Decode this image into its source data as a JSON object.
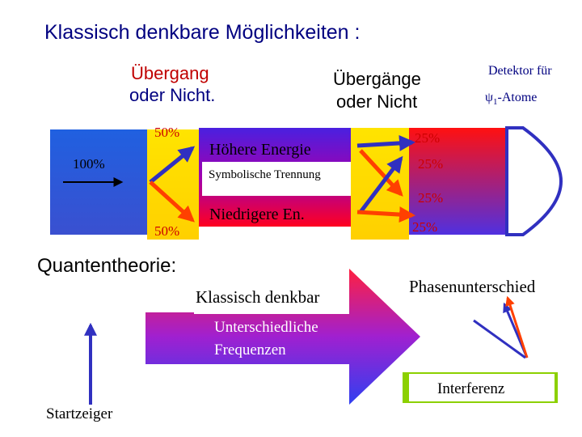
{
  "title": "Klassisch denkbare Möglichkeiten :",
  "label_uebergang_line1": "Übergang",
  "label_uebergang_line2": "oder Nicht.",
  "label_uebergaenge_line1": "Übergänge",
  "label_uebergaenge_line2": "oder Nicht",
  "label_detektor_line1": "Detektor für",
  "label_detektor_psi": "ψ",
  "label_detektor_sub": "1",
  "label_detektor_rest": "-Atome",
  "label_100": "100%",
  "label_50_top": "50%",
  "label_50_bottom": "50%",
  "label_hoehere": "Höhere Energie",
  "label_symbolische": "Symbolische Trennung",
  "label_niedrigere": "Niedrigere  En.",
  "label_25_a": "25%",
  "label_25_b": "25%",
  "label_25_c": "25%",
  "label_25_d": "25%",
  "label_quantentheorie": "Quantentheorie:",
  "label_klassisch_denkbar": "Klassisch denkbar",
  "label_unterschiedliche_line1": "Unterschiedliche",
  "label_unterschiedliche_line2": "Frequenzen",
  "label_phasenunterschied": "Phasenunterschied",
  "label_interferenz": "Interferenz",
  "label_startzeiger": "Startzeiger",
  "colors": {
    "title": "#000080",
    "blue_text": "#000080",
    "red_text": "#c00000",
    "yellow_text": "#cc0000",
    "arrow_red": "#ff4000",
    "arrow_blue": "#3030c0"
  }
}
